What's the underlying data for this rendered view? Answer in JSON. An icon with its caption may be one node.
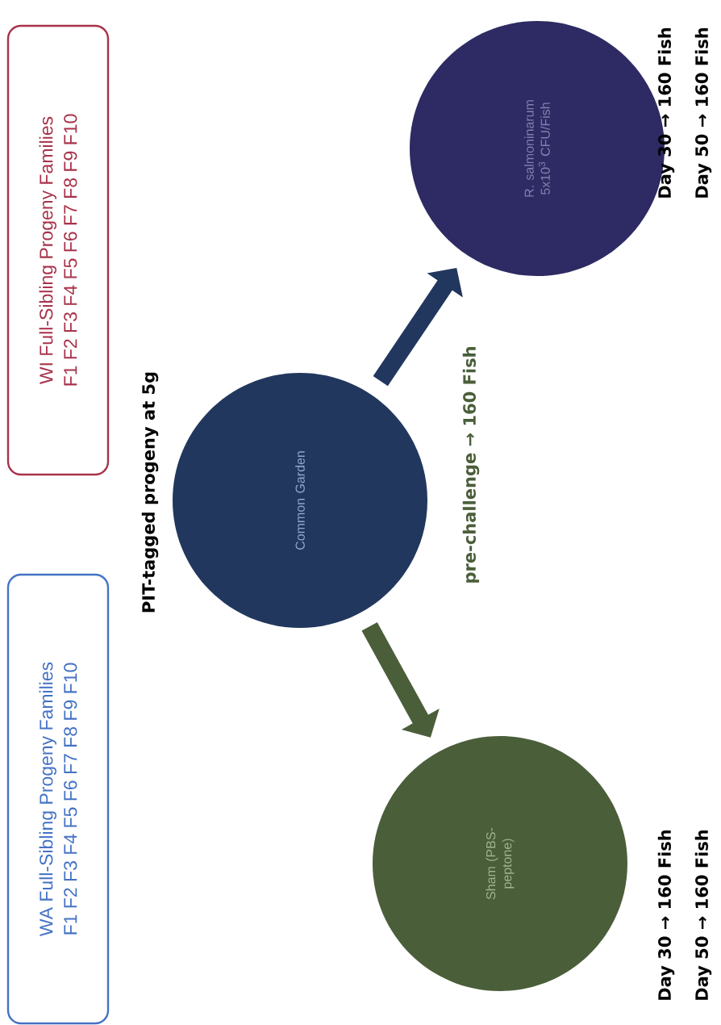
{
  "diagram": {
    "nodes": [
      {
        "text": [
          "WA Full-Sibling Progeny Families",
          "F1 F2 F3 F4 F5 F6 F7 F8 F9 F10"
        ]
      },
      {
        "text": [
          "WI Full-Sibling Progeny Families",
          "F1 F2 F3 F4 F5 F6 F7 F8 F9 F10"
        ]
      },
      {
        "text": [
          "Common Garden"
        ],
        "beside": [
          "PIT-tagged progeny at 5g",
          "pre-challenge → 160 Fish"
        ]
      },
      {
        "text": [
          "Sham (PBS-peptone)"
        ],
        "beside": [
          "Day 30 → 160 Fish",
          "Day 50 → 160 Fish"
        ]
      },
      {
        "text": [
          "R. salmoninarum 5x10$^{3}$ CFU/Fish"
        ],
        "beside": [
          "Day 30 → 160 Fish",
          "Day 50 → 160 Fish"
        ]
      }
    ],
    "edges": [
      {
        "from": 2,
        "to": 4,
        "arrow": "to",
        "color": "#22375e"
      },
      {
        "from": 2,
        "to": 3,
        "arrow": "to",
        "color": "#4a5e3a"
      }
    ]
  }
}
